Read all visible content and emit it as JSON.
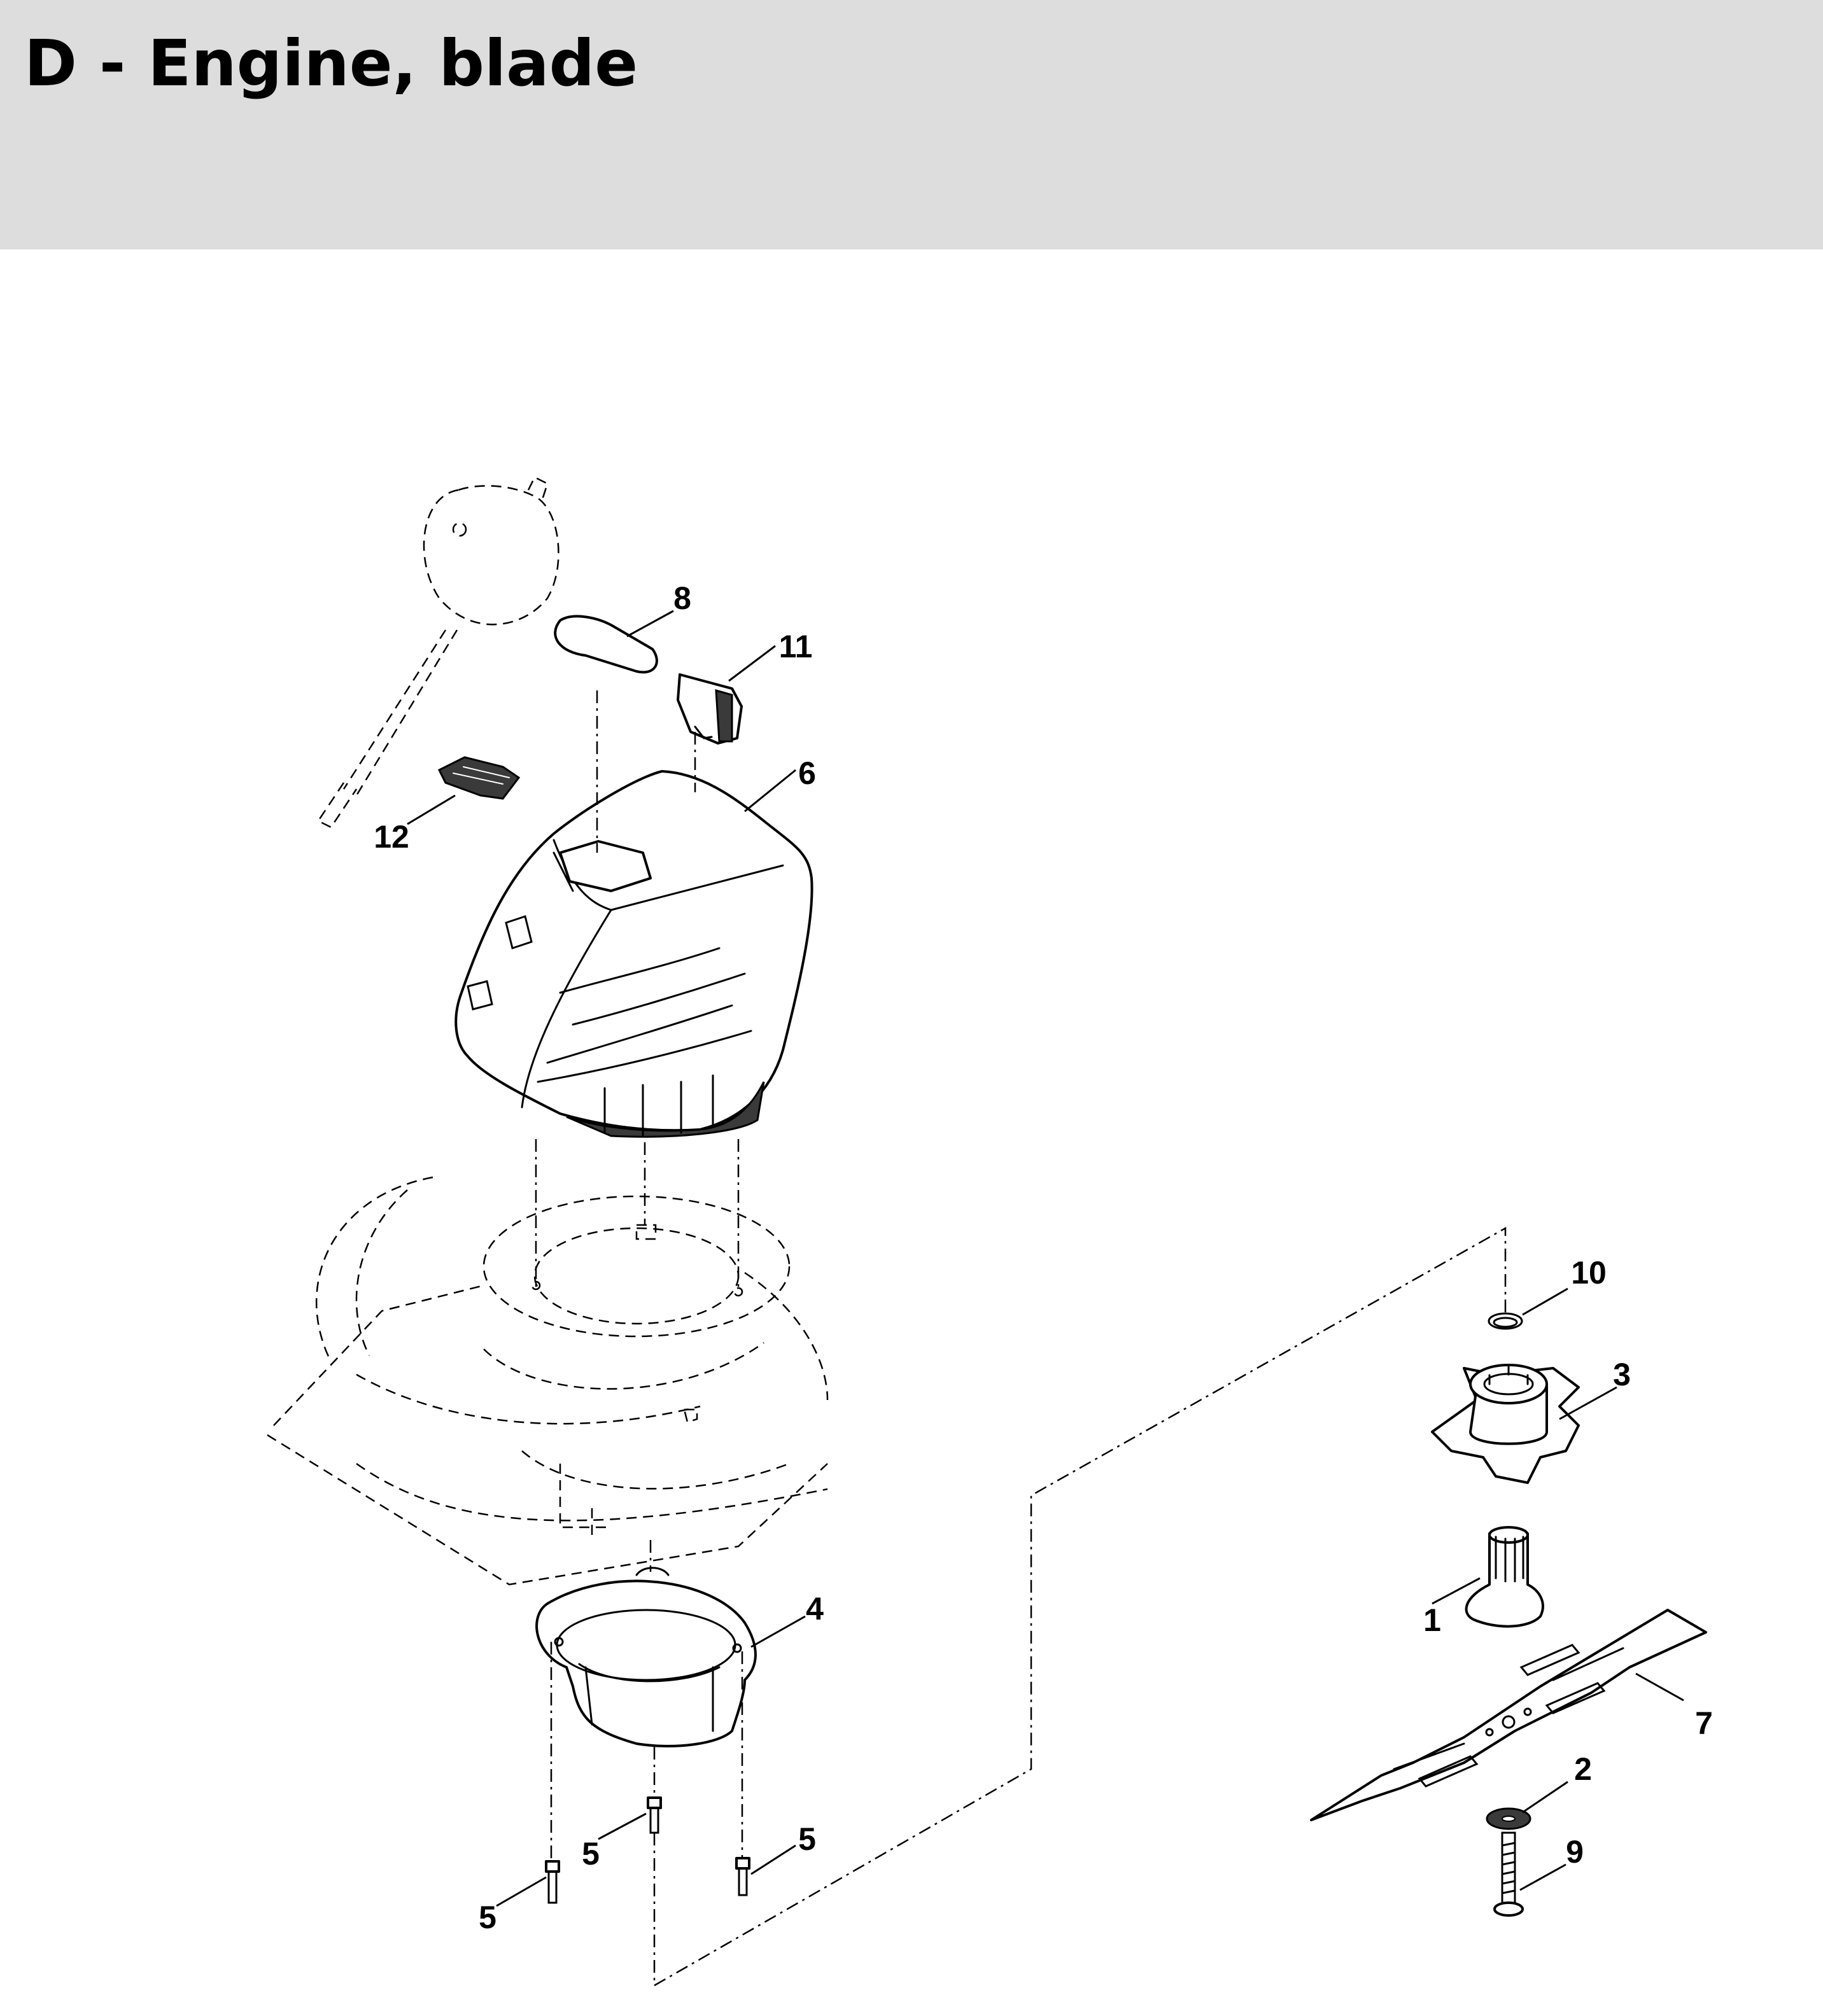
{
  "page": {
    "title": "D - Engine, blade"
  },
  "colors": {
    "header_background": "#dcdddc",
    "line": "#000000",
    "background": "#ffffff"
  },
  "callouts": [
    {
      "id": "c8",
      "label": "8"
    },
    {
      "id": "c11",
      "label": "11"
    },
    {
      "id": "c6",
      "label": "6"
    },
    {
      "id": "c12",
      "label": "12"
    },
    {
      "id": "c10",
      "label": "10"
    },
    {
      "id": "c3",
      "label": "3"
    },
    {
      "id": "c4",
      "label": "4"
    },
    {
      "id": "c1",
      "label": "1"
    },
    {
      "id": "c7",
      "label": "7"
    },
    {
      "id": "c2",
      "label": "2"
    },
    {
      "id": "c9",
      "label": "9"
    },
    {
      "id": "c5a",
      "label": "5"
    },
    {
      "id": "c5b",
      "label": "5"
    },
    {
      "id": "c5c",
      "label": "5"
    }
  ]
}
